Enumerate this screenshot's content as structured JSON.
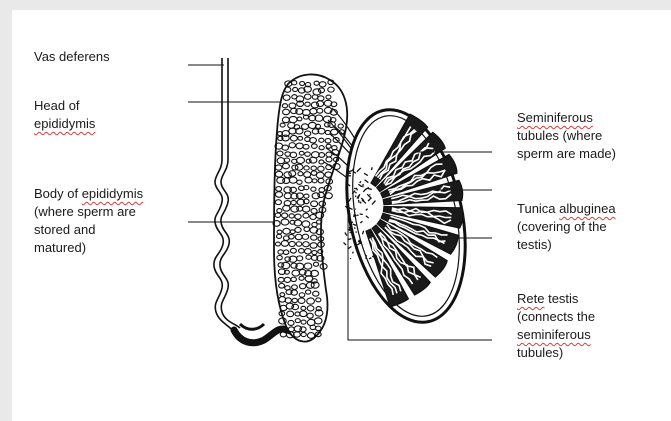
{
  "labels": {
    "vas_deferens": "Vas deferens",
    "head_line1": "Head of",
    "head_line2": "epididymis",
    "body_line1_a": "Body of ",
    "body_line1_b": "epididymis",
    "body_line2": "(where sperm are",
    "body_line3": "stored and",
    "body_line4": "matured)",
    "semi_line1": "Seminiferous",
    "semi_line2": "tubules (where",
    "semi_line3": "sperm are made)",
    "tunica_line1_a": "Tunica ",
    "tunica_line1_b": "albuginea",
    "tunica_line2": "(covering of the",
    "tunica_line3": "testis)",
    "rete_line1_a": "Rete",
    "rete_line1_b": " testis",
    "rete_line2": "(connects the",
    "rete_line3": "seminiferous",
    "rete_line4": "tubules)"
  }
}
